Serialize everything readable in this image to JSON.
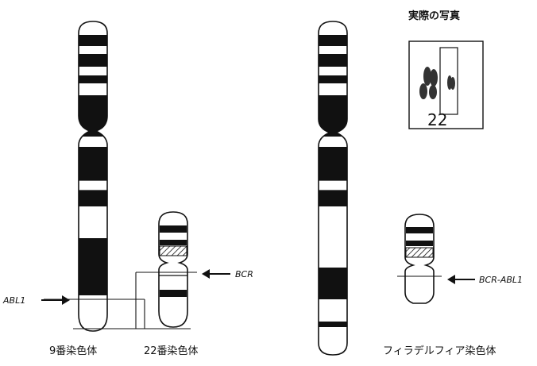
{
  "labels": {
    "chr9": "9番染色体",
    "chr22": "22番染色体",
    "philadelphia": "フィラデルフィア染色体",
    "photo_title": "実際の写真",
    "photo_number": "22"
  },
  "genes": {
    "abl1": "ABL1",
    "bcr": "BCR",
    "bcr_abl1": "BCR-ABL1"
  },
  "colors": {
    "outline": "#111111",
    "band": "#111111",
    "background": "#ffffff"
  }
}
